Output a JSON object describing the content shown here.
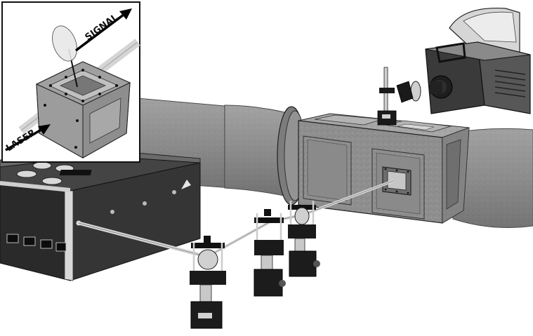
{
  "inset": {
    "signal_label": "SIGNAL",
    "laser_label": "LASER"
  },
  "colors": {
    "pipe": "#8c8c8c",
    "pipe_dark": "#6a6a6a",
    "box_face": "#9a9a9a",
    "laser_unit": "#2a2a2a",
    "mount_black": "#1a1a1a",
    "beam": "#d0d0d0",
    "camera_body": "#3a3a3a",
    "camera_hood": "#d9d9d9"
  },
  "icons": [
    "laser-source-unit",
    "test-section",
    "pipe",
    "mirror-mount",
    "camera",
    "inset-detail"
  ]
}
